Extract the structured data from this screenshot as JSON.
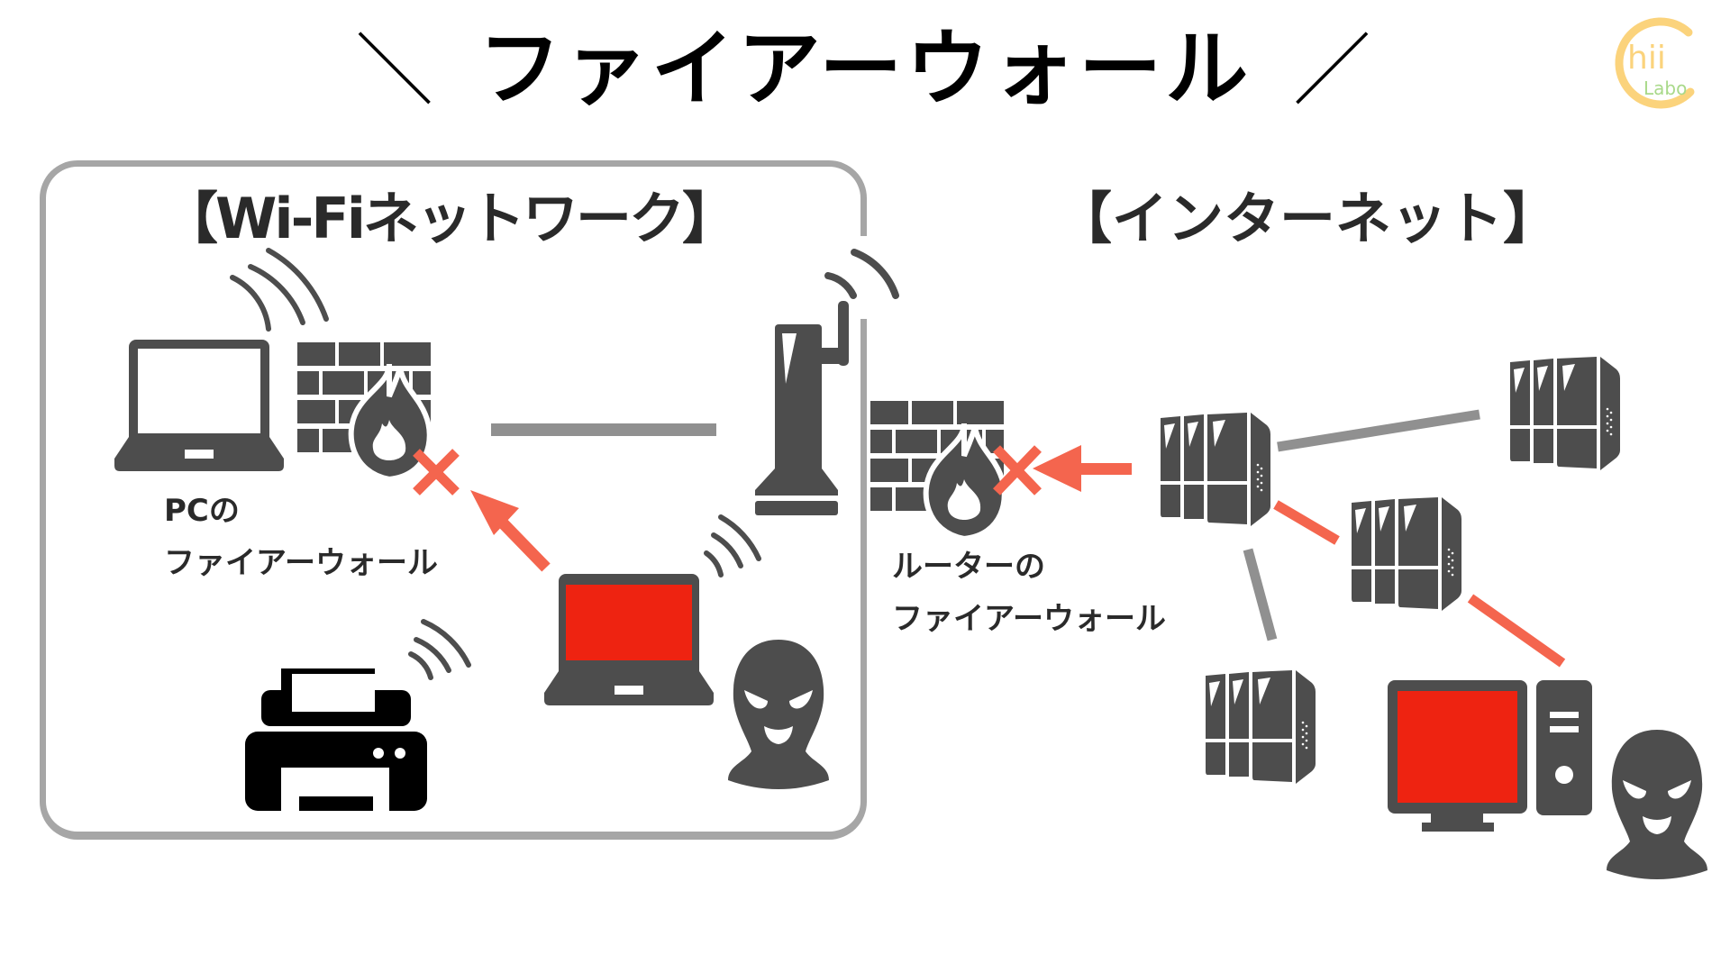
{
  "title": {
    "left_mark": "＼",
    "text": "ファイアーウォール",
    "right_mark": "／"
  },
  "logo": {
    "letter": "C",
    "sub": "hii",
    "name": "Labo",
    "colors": {
      "ring": "#fbd37c",
      "text": "#a9d98a"
    }
  },
  "sections": {
    "wifi_network": "【Wi-Fiネットワーク】",
    "internet": "【インターネット】"
  },
  "labels": {
    "pc_firewall_line1": "PCの",
    "pc_firewall_line2": "ファイアーウォール",
    "router_firewall_line1": "ルーターの",
    "router_firewall_line2": "ファイアーウォール"
  },
  "colors": {
    "icon": "#4d4d4d",
    "danger_screen": "#ee2311",
    "attack": "#f4654e",
    "link_gray": "#909090",
    "box_border": "#a6a6a6",
    "text": "#2a2a2a"
  }
}
